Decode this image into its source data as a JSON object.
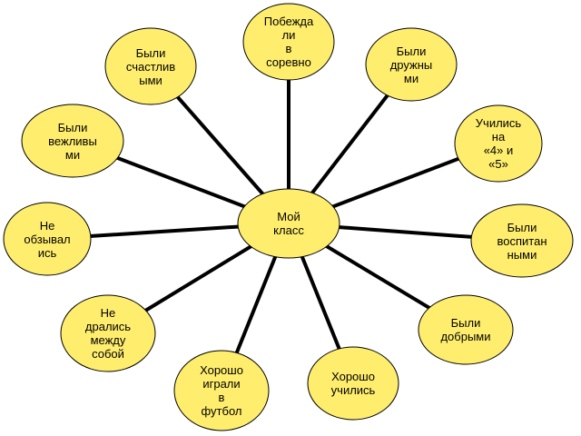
{
  "colors": {
    "fill": "#FFEE6E",
    "stroke": "#000000",
    "line": "#000000"
  },
  "center": {
    "label": "Мой\nкласс"
  },
  "nodes": [
    {
      "id": "pobezhdali",
      "label": "Побежда\nли\nв\nсоревно"
    },
    {
      "id": "druzhnymi",
      "label": "Были\nдружны\nми"
    },
    {
      "id": "uchilis-na",
      "label": "Учились\nна\n«4» и\n«5»"
    },
    {
      "id": "vospitannymi",
      "label": "Были\nвоспитан\nными"
    },
    {
      "id": "dobrymi",
      "label": "Были\nдобрыми"
    },
    {
      "id": "horosho-uchilis",
      "label": "Хорошо\nучились"
    },
    {
      "id": "futbol",
      "label": "Хорошо\nиграли\nв\nфутбол"
    },
    {
      "id": "ne-dralis",
      "label": "Не\nдрались\nмежду\nсобой"
    },
    {
      "id": "ne-obzyvalis",
      "label": "Не\nобзывал\nись"
    },
    {
      "id": "vezhlivymi",
      "label": "Были\nвежливы\nми"
    },
    {
      "id": "schastlivymi",
      "label": "Были\nсчастлив\nыми"
    }
  ]
}
